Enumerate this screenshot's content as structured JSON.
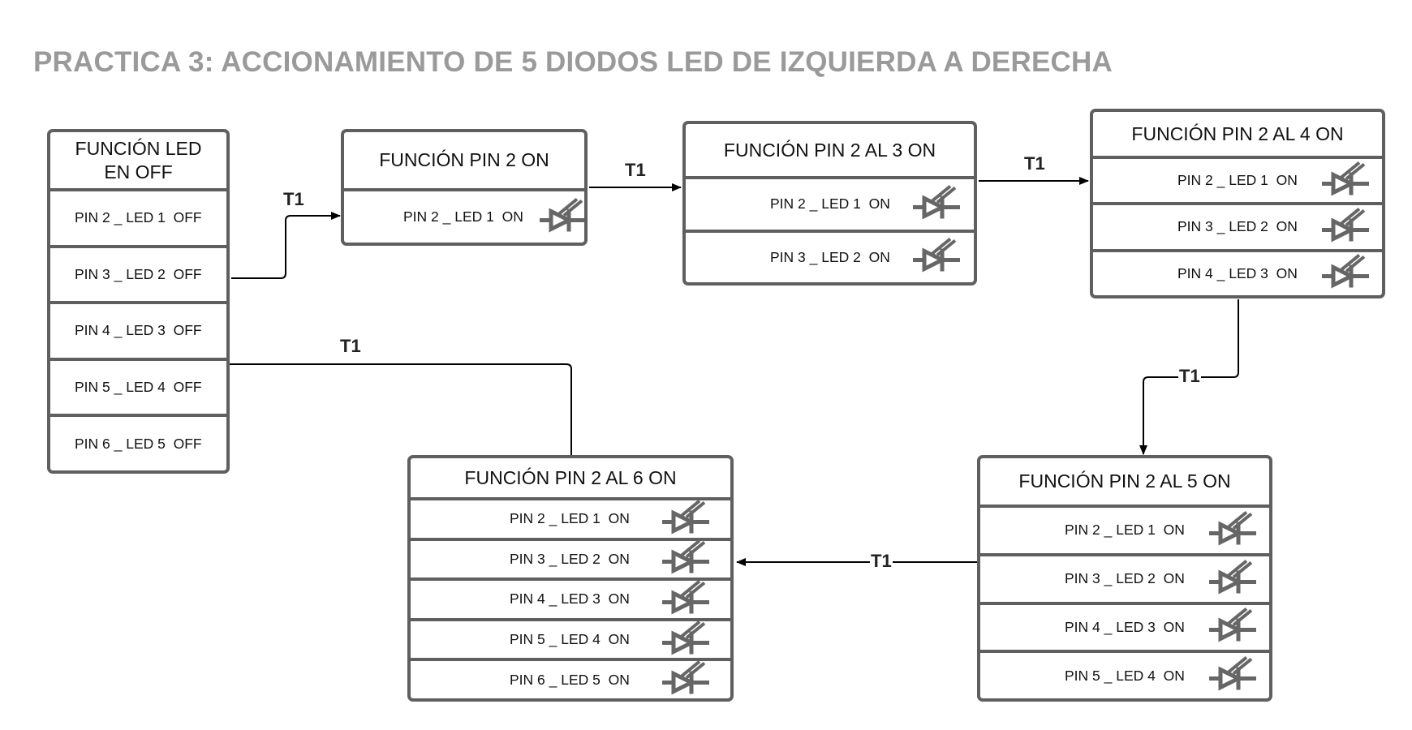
{
  "title": "PRACTICA 3: ACCIONAMIENTO DE 5 DIODOS LED DE IZQUIERDA A DERECHA",
  "transition_label": "T1",
  "states": [
    {
      "id": "s0",
      "header": "FUNCIÓN  LED\nEN OFF",
      "rows": [
        "PIN 2 _ LED 1  OFF",
        "PIN 3 _ LED 2  OFF",
        "PIN 4 _ LED 3  OFF",
        "PIN 5 _ LED 4  OFF",
        "PIN 6 _ LED 5  OFF"
      ],
      "led_icons": false
    },
    {
      "id": "s1",
      "header": "FUNCIÓN  PIN 2 ON",
      "rows": [
        "PIN 2 _ LED 1  ON"
      ],
      "led_icons": true
    },
    {
      "id": "s2",
      "header": "FUNCIÓN  PIN 2 AL 3 ON",
      "rows": [
        "PIN 2 _ LED 1  ON",
        "PIN 3 _ LED 2  ON"
      ],
      "led_icons": true
    },
    {
      "id": "s3",
      "header": "FUNCIÓN  PIN 2 AL 4 ON",
      "rows": [
        "PIN 2 _ LED 1  ON",
        "PIN 3 _ LED 2  ON",
        "PIN 4 _ LED 3  ON"
      ],
      "led_icons": true
    },
    {
      "id": "s4",
      "header": "FUNCIÓN  PIN 2 AL 5 ON",
      "rows": [
        "PIN 2 _ LED 1  ON",
        "PIN 3 _ LED 2  ON",
        "PIN 4 _ LED 3  ON",
        "PIN 5 _ LED 4  ON"
      ],
      "led_icons": true
    },
    {
      "id": "s5",
      "header": "FUNCIÓN  PIN 2 AL 6  ON",
      "rows": [
        "PIN 2 _ LED 1  ON",
        "PIN 3 _ LED 2  ON",
        "PIN 4 _ LED 3  ON",
        "PIN 5 _ LED 4  ON",
        "PIN 6 _ LED 5  ON"
      ],
      "led_icons": true
    }
  ],
  "transitions": [
    {
      "from": "s0",
      "to": "s1",
      "label": "T1"
    },
    {
      "from": "s1",
      "to": "s2",
      "label": "T1"
    },
    {
      "from": "s2",
      "to": "s3",
      "label": "T1"
    },
    {
      "from": "s3",
      "to": "s4",
      "label": "T1"
    },
    {
      "from": "s4",
      "to": "s5",
      "label": "T1"
    },
    {
      "from": "s5",
      "to": "s0",
      "label": "T1"
    }
  ],
  "colors": {
    "border": "#5f5f5f",
    "title": "#9a9a9a",
    "wire": "#000000",
    "led": "#666666"
  },
  "icon_names": {
    "led": "led-diode-icon"
  }
}
